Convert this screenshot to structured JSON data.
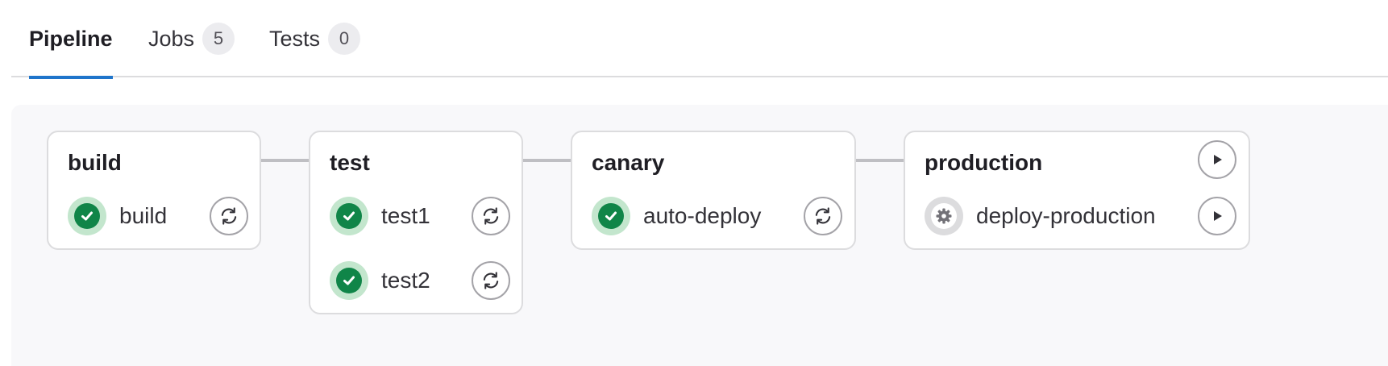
{
  "tabs": [
    {
      "label": "Pipeline",
      "active": true
    },
    {
      "label": "Jobs",
      "count": "5"
    },
    {
      "label": "Tests",
      "count": "0"
    }
  ],
  "stages": [
    {
      "name": "build",
      "jobs": [
        {
          "name": "build",
          "status": "success",
          "action": "retry"
        }
      ]
    },
    {
      "name": "test",
      "jobs": [
        {
          "name": "test1",
          "status": "success",
          "action": "retry"
        },
        {
          "name": "test2",
          "status": "success",
          "action": "retry"
        }
      ]
    },
    {
      "name": "canary",
      "jobs": [
        {
          "name": "auto-deploy",
          "status": "success",
          "action": "retry"
        }
      ]
    },
    {
      "name": "production",
      "stage_action": "play",
      "jobs": [
        {
          "name": "deploy-production",
          "status": "manual",
          "action": "play"
        }
      ]
    }
  ],
  "colors": {
    "success": "#108548",
    "accent": "#1f75cb"
  },
  "icons": {
    "success": "check-circle-icon",
    "manual": "gear-icon",
    "retry": "retry-icon",
    "play": "play-icon"
  }
}
